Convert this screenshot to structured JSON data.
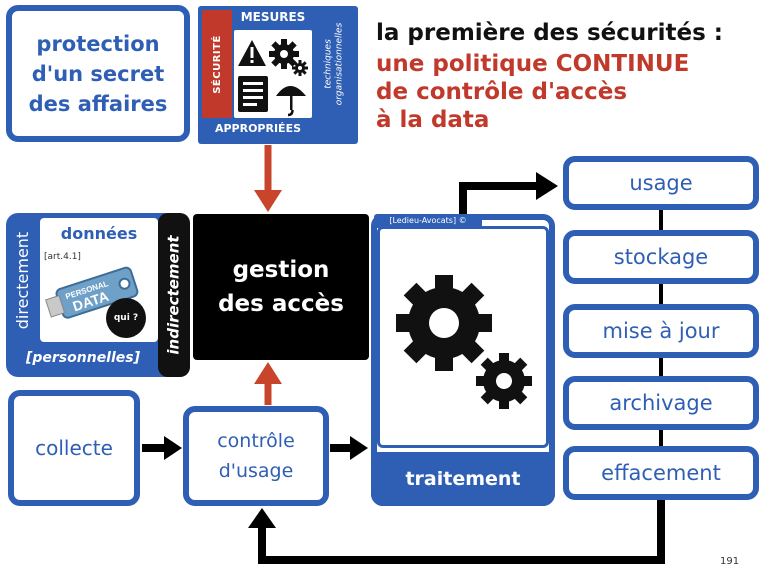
{
  "protection": {
    "lines": [
      "protection",
      "d'un secret",
      "des affaires"
    ]
  },
  "mesures": {
    "top_label": "MESURES",
    "side_label": "SÉCURITÉ",
    "bottom_label": "APPROPRIÉES",
    "right_label_1": "techniques",
    "right_label_2": "organisationnelles"
  },
  "title": {
    "line1": "la première des sécurités :",
    "line2": "une politique  CONTINUE",
    "line3": "de contrôle d'accès",
    "line4": "à la data"
  },
  "donnees": {
    "title": "données",
    "art": "[art.4.1]",
    "left_label": "directement",
    "right_label": "indirectement",
    "bottom_label": "[personnelles]",
    "bubble": "qui ?",
    "key_text_1": "PERSONAL",
    "key_text_2": "DATA"
  },
  "gestion": {
    "line1": "gestion",
    "line2": "des accès"
  },
  "collecte": "collecte",
  "controle": {
    "line1": "contrôle",
    "line2": "d'usage"
  },
  "traitement": {
    "label": "traitement",
    "copyright": "[Ledieu-Avocats] ©"
  },
  "steps": [
    "usage",
    "stockage",
    "mise à jour",
    "archivage",
    "effacement"
  ],
  "page_number": "191",
  "colors": {
    "blue": "#2f5fb4",
    "red": "#c0392b",
    "arrow_red": "#c8452c",
    "black": "#000000"
  }
}
